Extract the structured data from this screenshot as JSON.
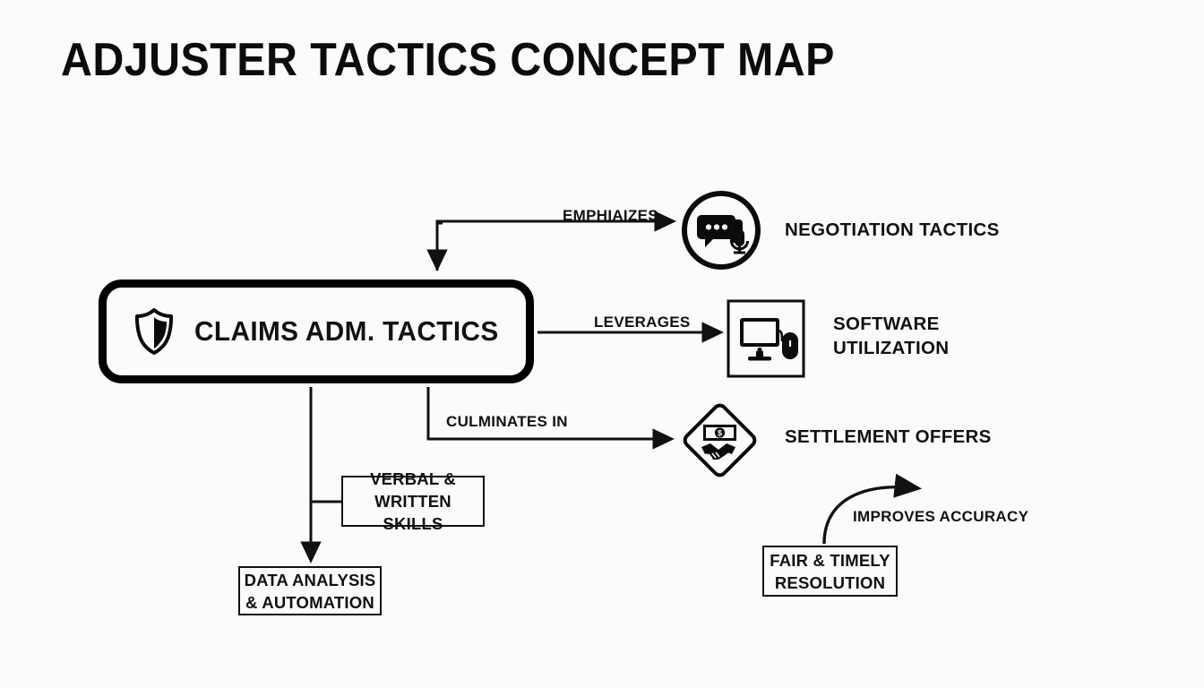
{
  "page": {
    "title": "ADJUSTER TACTICS CONCEPT MAP",
    "background_color": "#fbfbfa",
    "ink_color": "#111111"
  },
  "central_node": {
    "label": "CLAIMS ADM. TACTICS",
    "icon": "shield-icon"
  },
  "edges": [
    {
      "id": "emphasizes",
      "label": "EMPHIAIZES",
      "from": "claims-adm-tactics",
      "to": "negotiation-tactics"
    },
    {
      "id": "leverages",
      "label": "LEVERAGES",
      "from": "claims-adm-tactics",
      "to": "software-utilization"
    },
    {
      "id": "culminates",
      "label": "CULMINATES IN",
      "from": "claims-adm-tactics",
      "to": "settlement-offers"
    },
    {
      "id": "improves",
      "label": "IMPROVES ACCURACY",
      "from": "fair-timely-resolution",
      "to": "settlement-offers"
    }
  ],
  "concepts": [
    {
      "id": "negotiation-tactics",
      "label": "NEGOTIATION TACTICS",
      "icon": "chat-bubble-microphone-icon",
      "icon_frame": "circle"
    },
    {
      "id": "software-utilization",
      "label": "SOFTWARE\nUTILIZATION",
      "icon": "desktop-monitor-mouse-icon",
      "icon_frame": "square"
    },
    {
      "id": "settlement-offers",
      "label": "SETTLEMENT OFFERS",
      "icon": "money-handshake-icon",
      "icon_frame": "diamond"
    }
  ],
  "boxes": [
    {
      "id": "verbal-written-skills",
      "label": "VERBAL &\nWRITTEN SKILLS"
    },
    {
      "id": "data-analysis-automation",
      "label": "DATA ANALYSIS\n& AUTOMATION"
    },
    {
      "id": "fair-timely-resolution",
      "label": "FAIR & TIMELY\nRESOLUTION"
    }
  ]
}
